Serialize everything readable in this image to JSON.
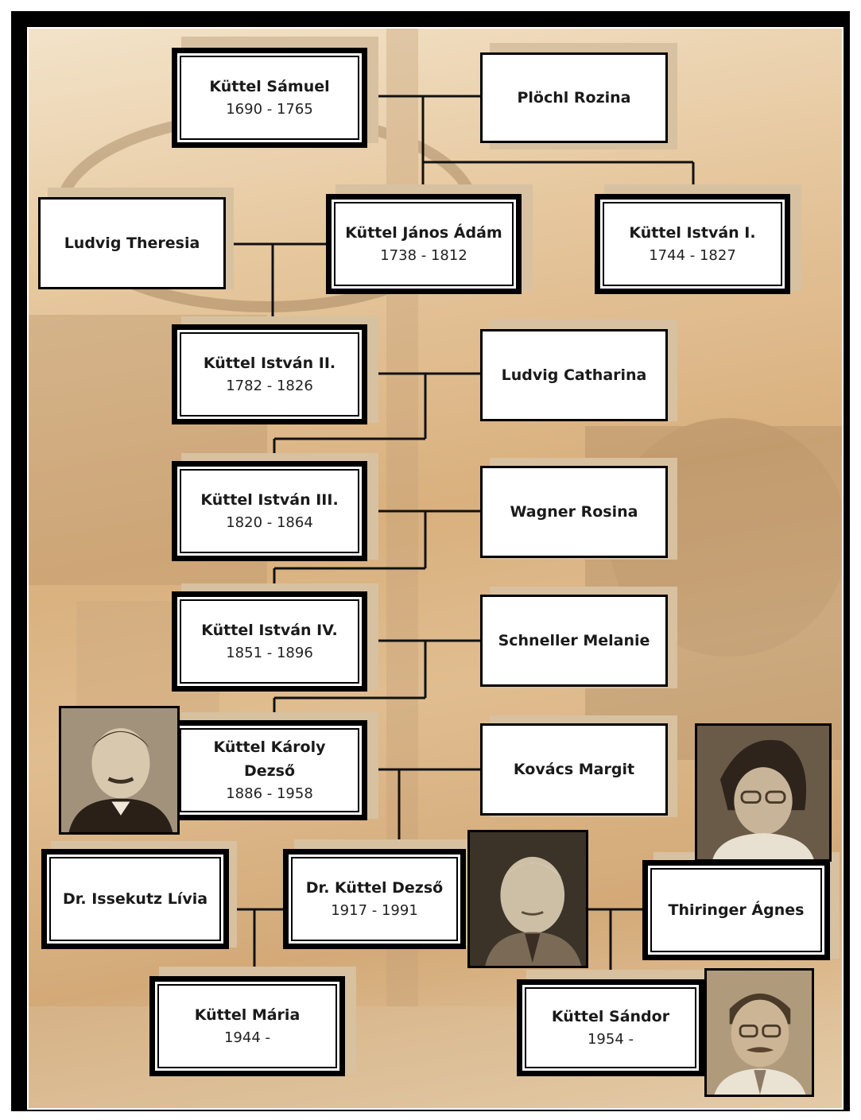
{
  "people": {
    "samuel": {
      "name": "Küttel Sámuel",
      "years": "1690 - 1765"
    },
    "rozina": {
      "name": "Plöchl Rozina"
    },
    "janos": {
      "name": "Küttel János Ádám",
      "years": "1738 - 1812"
    },
    "istvan1": {
      "name": "Küttel István I.",
      "years": "1744 - 1827"
    },
    "theresia": {
      "name": "Ludvig Theresia"
    },
    "istvan2": {
      "name": "Küttel István II.",
      "years": "1782 - 1826"
    },
    "catharina": {
      "name": "Ludvig Catharina"
    },
    "istvan3": {
      "name": "Küttel István III.",
      "years": "1820 - 1864"
    },
    "rosina": {
      "name": "Wagner Rosina"
    },
    "istvan4": {
      "name": "Küttel István IV.",
      "years": "1851 - 1896"
    },
    "melanie": {
      "name": "Schneller Melanie"
    },
    "karoly": {
      "name": "Küttel Károly\nDezső",
      "years": "1886 - 1958"
    },
    "margit": {
      "name": "Kovács Margit"
    },
    "livia": {
      "name": "Dr. Issekutz Lívia"
    },
    "dezso": {
      "name": "Dr. Küttel Dezső",
      "years": "1917 - 1991"
    },
    "agnes": {
      "name": "Thiringer Ágnes"
    },
    "maria": {
      "name": "Küttel Mária",
      "years": "1944 -"
    },
    "sandor": {
      "name": "Küttel Sándor",
      "years": "1954 -"
    }
  },
  "colors": {
    "frame": "#000000",
    "background": "#e0bd90",
    "box": "#ffffff"
  }
}
